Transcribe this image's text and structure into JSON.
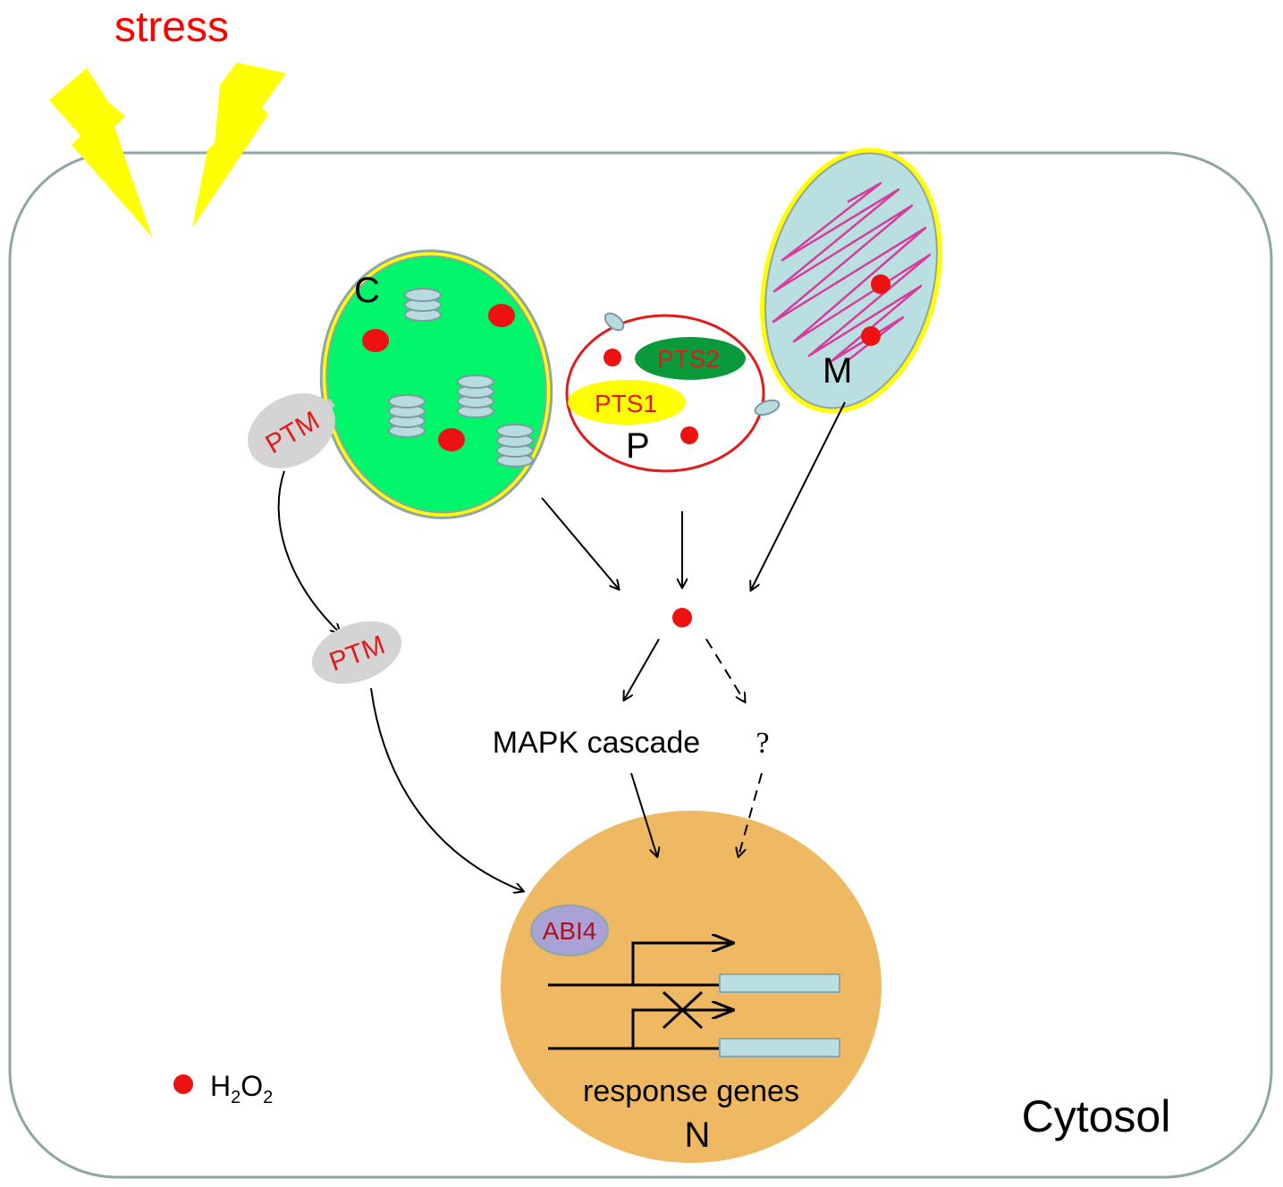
{
  "labels": {
    "stress": "stress",
    "chloroplast": "C",
    "peroxisome": "P",
    "mitochondrion": "M",
    "pts1": "PTS1",
    "pts2": "PTS2",
    "ptm_top": "PTM",
    "ptm_mid": "PTM",
    "mapk": "MAPK cascade",
    "unknown": "?",
    "abi4": "ABI4",
    "response_genes": "response genes",
    "nucleus": "N",
    "cytosol": "Cytosol",
    "legend_h": "H",
    "legend_sub1": "2",
    "legend_o": "O",
    "legend_sub2": "2"
  },
  "colors": {
    "cell_outline": "#8fa6a6",
    "lightning": "#ffff00",
    "chloroplast": "#00f56a",
    "chloroplast_rim": "#ffff00",
    "thylakoid": "#b7dce0",
    "h2o2": "#ee1111",
    "peroxisome_outline": "#e31a1c",
    "pts1": "#ffff00",
    "pts2": "#0a9a3c",
    "mitochondrion": "#b9dfe1",
    "cristae": "#d63c9c",
    "ptm": "#d4d4d4",
    "nucleus": "#efb862",
    "abi4": "#a9a2d6",
    "gene_box": "#b9dfe1"
  }
}
